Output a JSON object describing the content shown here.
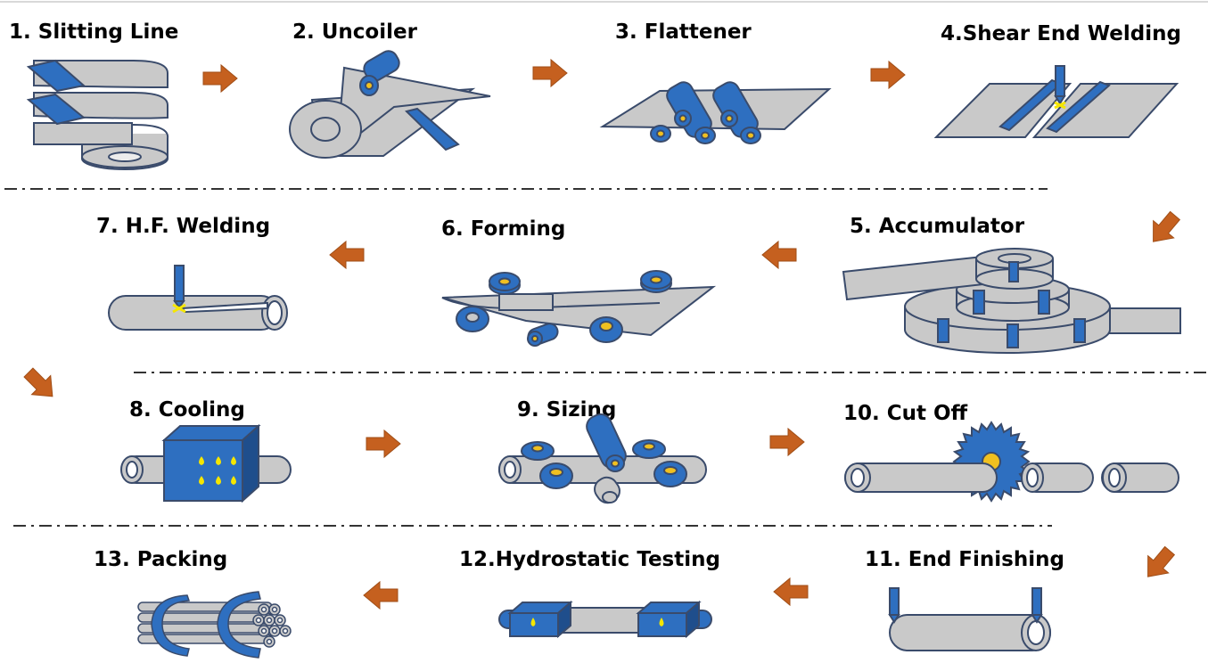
{
  "steps": [
    {
      "label": "1. Slitting Line",
      "icon": "slitting-line-icon"
    },
    {
      "label": "2. Uncoiler",
      "icon": "uncoiler-icon"
    },
    {
      "label": "3. Flattener",
      "icon": "flattener-icon"
    },
    {
      "label": "4.Shear End Welding",
      "icon": "shear-end-welding-icon"
    },
    {
      "label": "5. Accumulator",
      "icon": "accumulator-icon"
    },
    {
      "label": "6. Forming",
      "icon": "forming-icon"
    },
    {
      "label": "7. H.F. Welding",
      "icon": "hf-welding-icon"
    },
    {
      "label": "8. Cooling",
      "icon": "cooling-icon"
    },
    {
      "label": "9. Sizing",
      "icon": "sizing-icon"
    },
    {
      "label": "10. Cut Off",
      "icon": "cut-off-icon"
    },
    {
      "label": "11. End Finishing",
      "icon": "end-finishing-icon"
    },
    {
      "label": "12.Hydrostatic Testing",
      "icon": "hydrostatic-testing-icon"
    },
    {
      "label": "13. Packing",
      "icon": "packing-icon"
    }
  ],
  "colors": {
    "arrow": "#c5601f",
    "blue": "#2e6fc0",
    "blue_dark": "#1f4e8c",
    "gray": "#c9c9c9",
    "yellow": "#f5e600",
    "outline": "#3a4b6b"
  }
}
